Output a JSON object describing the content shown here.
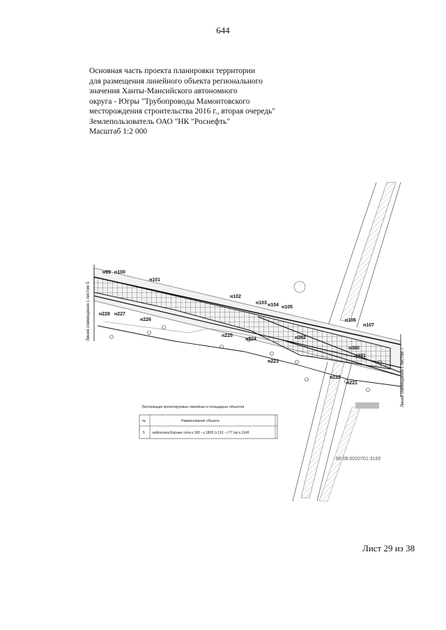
{
  "page_number": "644",
  "title_lines": [
    "Основная часть проекта планировки территории",
    "для размещения линейного объекта регионального",
    "значения Ханты-Мансийского автономного",
    "округа - Югры \"Трубопроводы Мамонтовского",
    "месторождения строительства 2016 г., вторая очередь\"",
    "Землепользователь ОАО \"НК \"Роснефть\"",
    "Масштаб 1:2 000"
  ],
  "map": {
    "left_match_line": "Линия совмещения с листом 5",
    "right_match_line": "Линия совмещения с листом 7",
    "point_labels": {
      "n99": "н99",
      "n100": "н100",
      "n101": "н101",
      "n102": "н102",
      "n103": "н103",
      "n104": "н104",
      "n105": "н105",
      "n106": "н106",
      "n107": "н107",
      "n228": "н228",
      "n227": "н227",
      "n226": "н226",
      "n225": "н225",
      "n224": "н224",
      "n223": "н223",
      "n222": "н222",
      "n221": "н221",
      "n380": "н380",
      "n381": "н381",
      "n382": "н382"
    },
    "cadastral_number": "86:08:0020701:3165"
  },
  "legend": {
    "title": "Экспликация проектируемых линейных и площадных объектов",
    "col_no": "№",
    "col_name": "Наименование объекта",
    "rows": [
      {
        "no": "5",
        "name": "нефтегазосборные сети к.180 - к.180б (т.110 - т.77 )кр к.114б"
      }
    ]
  },
  "sheet_footer": "Лист 29 из 38",
  "colors": {
    "ink": "#111111",
    "gray": "#9a9a9a"
  }
}
